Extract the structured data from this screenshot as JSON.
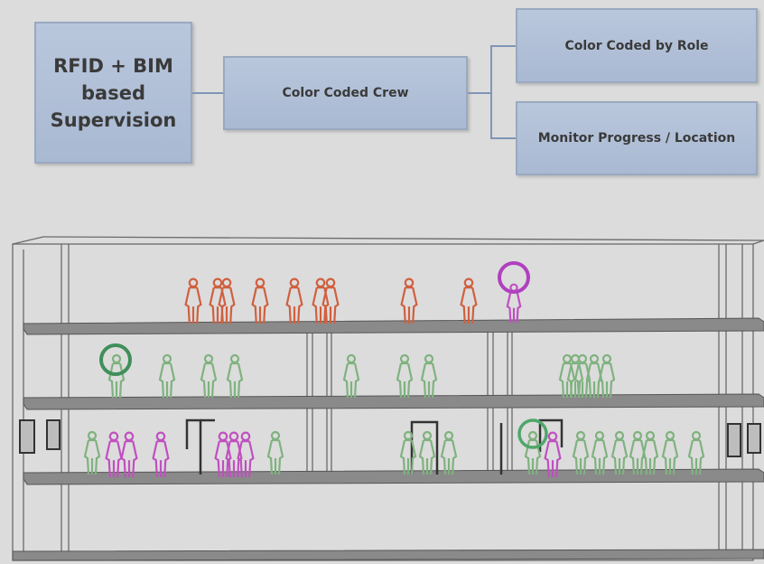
{
  "diagram": {
    "root_label": "RFID + BIM\nbased\nSupervision",
    "crew_label": "Color Coded Crew",
    "role_label": "Color Coded by Role",
    "monitor_label": "Monitor Progress / Location"
  },
  "colors": {
    "box_fill": "#b0bfd7",
    "connector": "#7f95b5",
    "background": "#dcdcdc",
    "worker_red": "#d0603f",
    "worker_green": "#7fb27f",
    "worker_magenta": "#c050c0",
    "highlight_green": "#3f8f5a",
    "highlight_magenta": "#b040c0"
  }
}
